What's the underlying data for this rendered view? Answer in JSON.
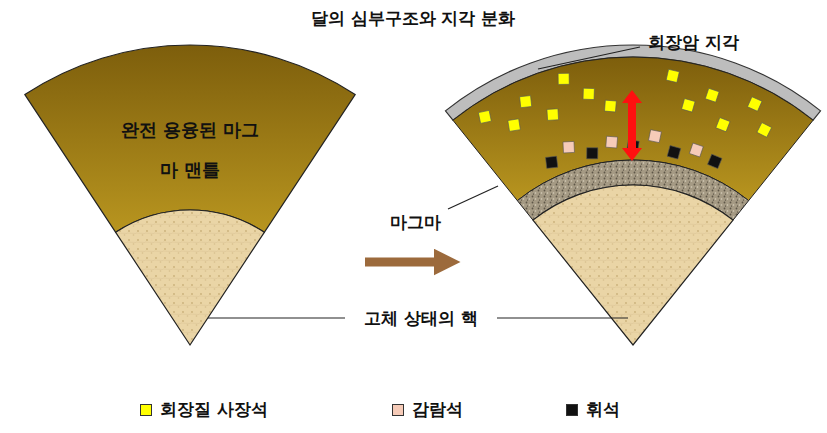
{
  "diagram": {
    "title": "달의 심부구조와 지각 분화",
    "nodes": [
      {
        "text": [
          "완전 용융된 마그마 맨틀"
        ]
      }
    ],
    "labels": [
      "회장암 지각",
      "마그마",
      "고체 상태의 핵"
    ],
    "legend": [
      {
        "text": "회장질 사장석",
        "color": "#ffff00"
      },
      {
        "text": "감람석",
        "color": "#f6cbb8"
      },
      {
        "text": "휘석",
        "color": "#111111"
      }
    ]
  }
}
